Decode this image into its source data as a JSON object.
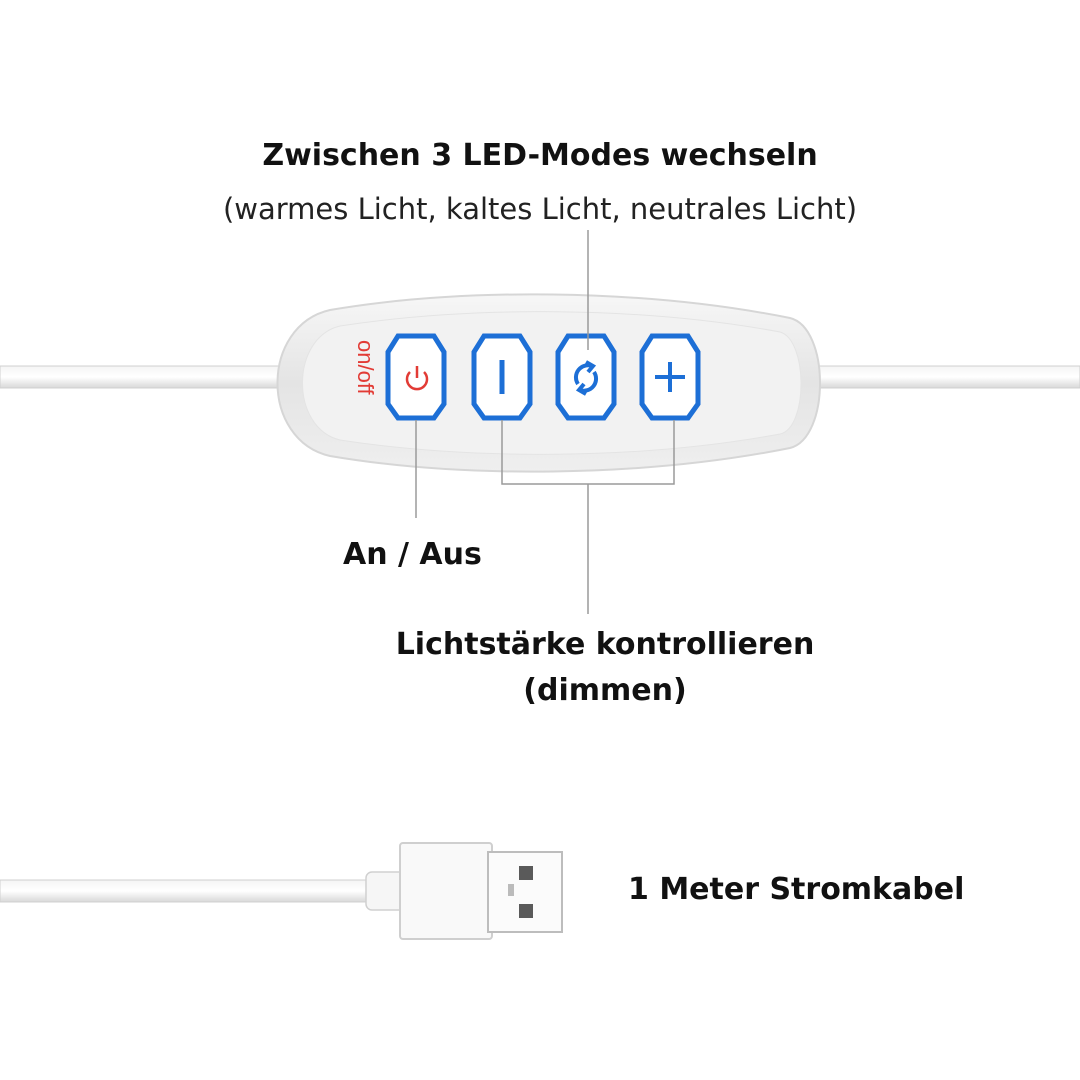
{
  "annotations": {
    "modes_title": "Zwischen 3 LED-Modes wechseln",
    "modes_subtitle": "(warmes Licht, kaltes Licht, neutrales Licht)",
    "power_label": "An / Aus",
    "dim_label_line1": "Lichtstärke kontrollieren",
    "dim_label_line2": "(dimmen)",
    "cable_label": "1 Meter Stromkabel"
  },
  "controller": {
    "switch_text": "on/off",
    "buttons": [
      {
        "icon": "power-icon"
      },
      {
        "icon": "minus-icon"
      },
      {
        "icon": "cycle-icon"
      },
      {
        "icon": "plus-icon"
      }
    ]
  },
  "colors": {
    "button_outline": "#1d6fd6",
    "switch_text": "#e23b35",
    "leader_line": "#9a9a9a"
  }
}
